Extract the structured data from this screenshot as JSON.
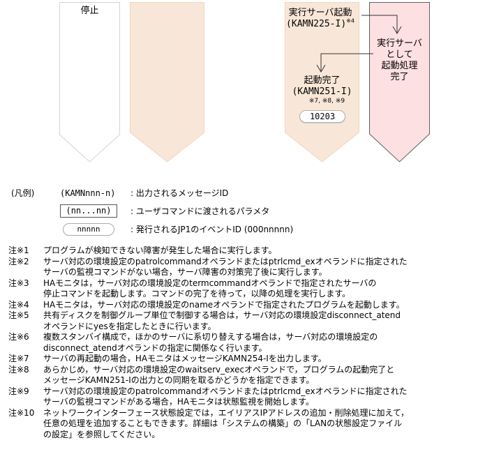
{
  "diagram": {
    "columns": [
      {
        "id": "stop",
        "label": "停止",
        "fill": "#ffffff",
        "stroke": "#d4d4d4"
      },
      {
        "id": "peach1",
        "label": "",
        "fill": "#f8e7d8",
        "stroke": "#f1d6bd"
      },
      {
        "id": "peach2",
        "label": "",
        "fill": "#f8e7d8",
        "stroke": "#f1d6bd"
      },
      {
        "id": "pink",
        "label": "",
        "fill": "#fde0e2",
        "stroke": "#606060"
      }
    ],
    "exec_start": {
      "line1": "実行サーバ起動",
      "line2": "(KAMN225-I)",
      "note": "※4"
    },
    "exec_complete": {
      "line1": "実行サーバ",
      "line2": "として",
      "line3": "起動処理",
      "line4": "完了"
    },
    "start_complete": {
      "line1": "起動完了",
      "line2": "(KAMN251-I)",
      "notes": "※7, ※8, ※9"
    },
    "event_id": "10203"
  },
  "legend": {
    "title": "(凡例)",
    "items": [
      {
        "symbol": "(KAMNnnn-n)",
        "desc": ": 出力されるメッセージID"
      },
      {
        "symbol": "(nn...nn)",
        "desc": ": ユーザコマンドに渡されるパラメタ"
      },
      {
        "symbol": "nnnnn",
        "desc": ": 発行されるJP1のイベントID (000nnnnn)"
      }
    ]
  },
  "notes": [
    {
      "key": "注※1",
      "text": "プログラムが検知できない障害が発生した場合に実行します。"
    },
    {
      "key": "注※2",
      "text": "サーバ対応の環境設定のpatrolcommandオペランドまたはptrlcmd_exオペランドに指定された\nサーバの監視コマンドがない場合，サーバ障害の対策完了後に実行します。"
    },
    {
      "key": "注※3",
      "text": "HAモニタは，サーバ対応の環境設定のtermcommandオペランドで指定されたサーバの\n停止コマンドを起動します。コマンドの完了を待って，以降の処理を実行します。"
    },
    {
      "key": "注※4",
      "text": "HAモニタは，サーバ対応の環境設定のnameオペランドで指定されたプログラムを起動します。"
    },
    {
      "key": "注※5",
      "text": "共有ディスクを制御グループ単位で制御する場合は，サーバ対応の環境設定disconnect_atend\nオペランドにyesを指定したときに行います。"
    },
    {
      "key": "注※6",
      "text": "複数スタンバイ構成で，ほかのサーバに系切り替えする場合は，サーバ対応の環境設定の\ndisconnect_atendオペランドの指定に関係なく行います。"
    },
    {
      "key": "注※7",
      "text": "サーバの再起動の場合，HAモニタはメッセージKAMN254-Iを出力します。"
    },
    {
      "key": "注※8",
      "text": "あらかじめ，サーバ対応の環境設定のwaitserv_execオペランドで，プログラムの起動完了と\nメッセージKAMN251-Iの出力との同期を取るかどうかを指定できます。"
    },
    {
      "key": "注※9",
      "text": "サーバ対応の環境設定のpatrolcommandオペランドまたはptrlcmd_exオペランドに指定された\nサーバの監視コマンドがある場合，HAモニタは状態監視を開始します。"
    },
    {
      "key": "注※10",
      "text": "ネットワークインターフェース状態設定では，エイリアスIPアドレスの追加・削除処理に加えて，\n任意の処理を追加することもできます。詳細は「システムの構築」の「LANの状態設定ファイル\nの設定」を参照してください。"
    }
  ]
}
